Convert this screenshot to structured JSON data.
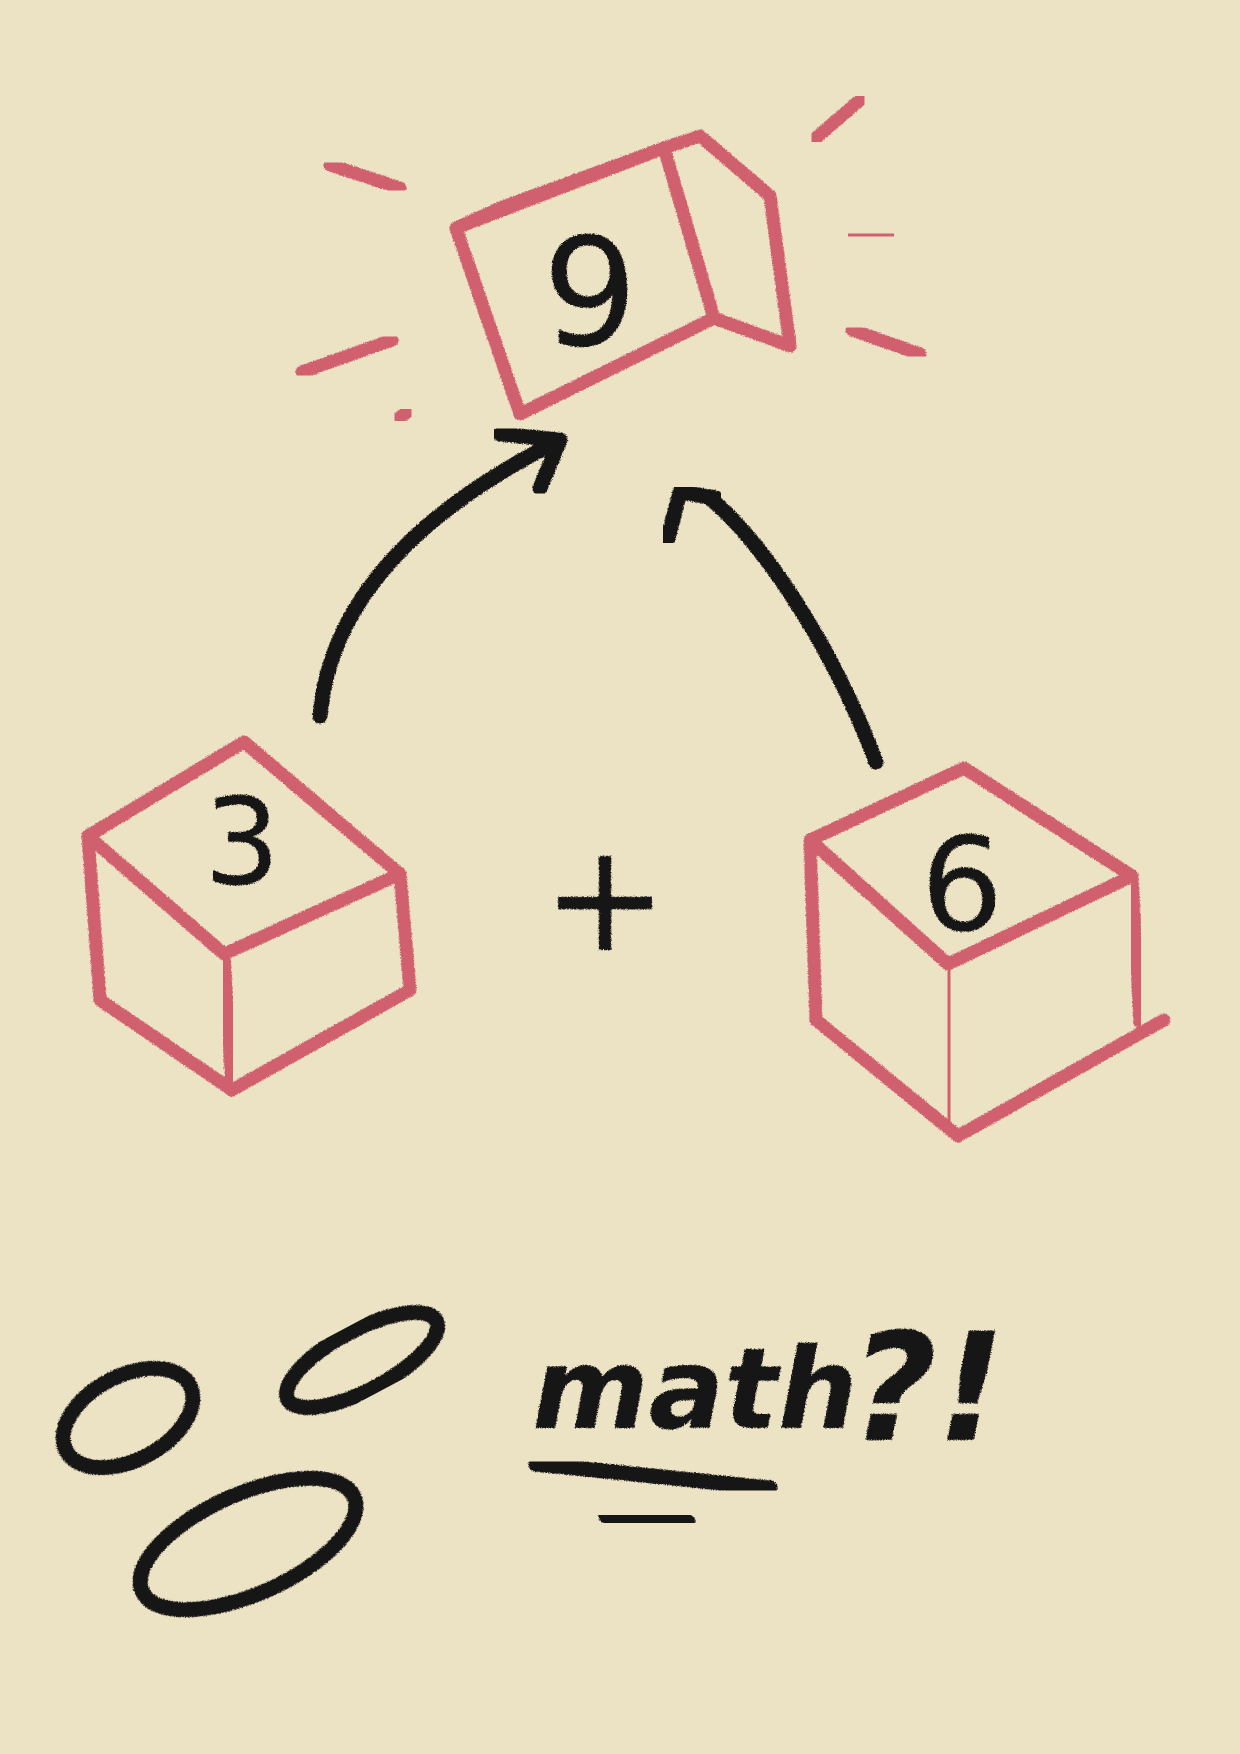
{
  "colors": {
    "paper": "#ece3c5",
    "cube_stroke": "#d0606e",
    "ink": "#141414"
  },
  "cubes": {
    "result": {
      "digit": "9"
    },
    "left": {
      "digit": "3"
    },
    "right": {
      "digit": "6"
    }
  },
  "operator": "+",
  "caption": {
    "word": "math",
    "punctuation": "?!"
  },
  "icons": [
    "sparkle-lines",
    "arrow-left-to-top",
    "arrow-right-to-top",
    "surprised-eyes-mouth",
    "underline-marks"
  ]
}
